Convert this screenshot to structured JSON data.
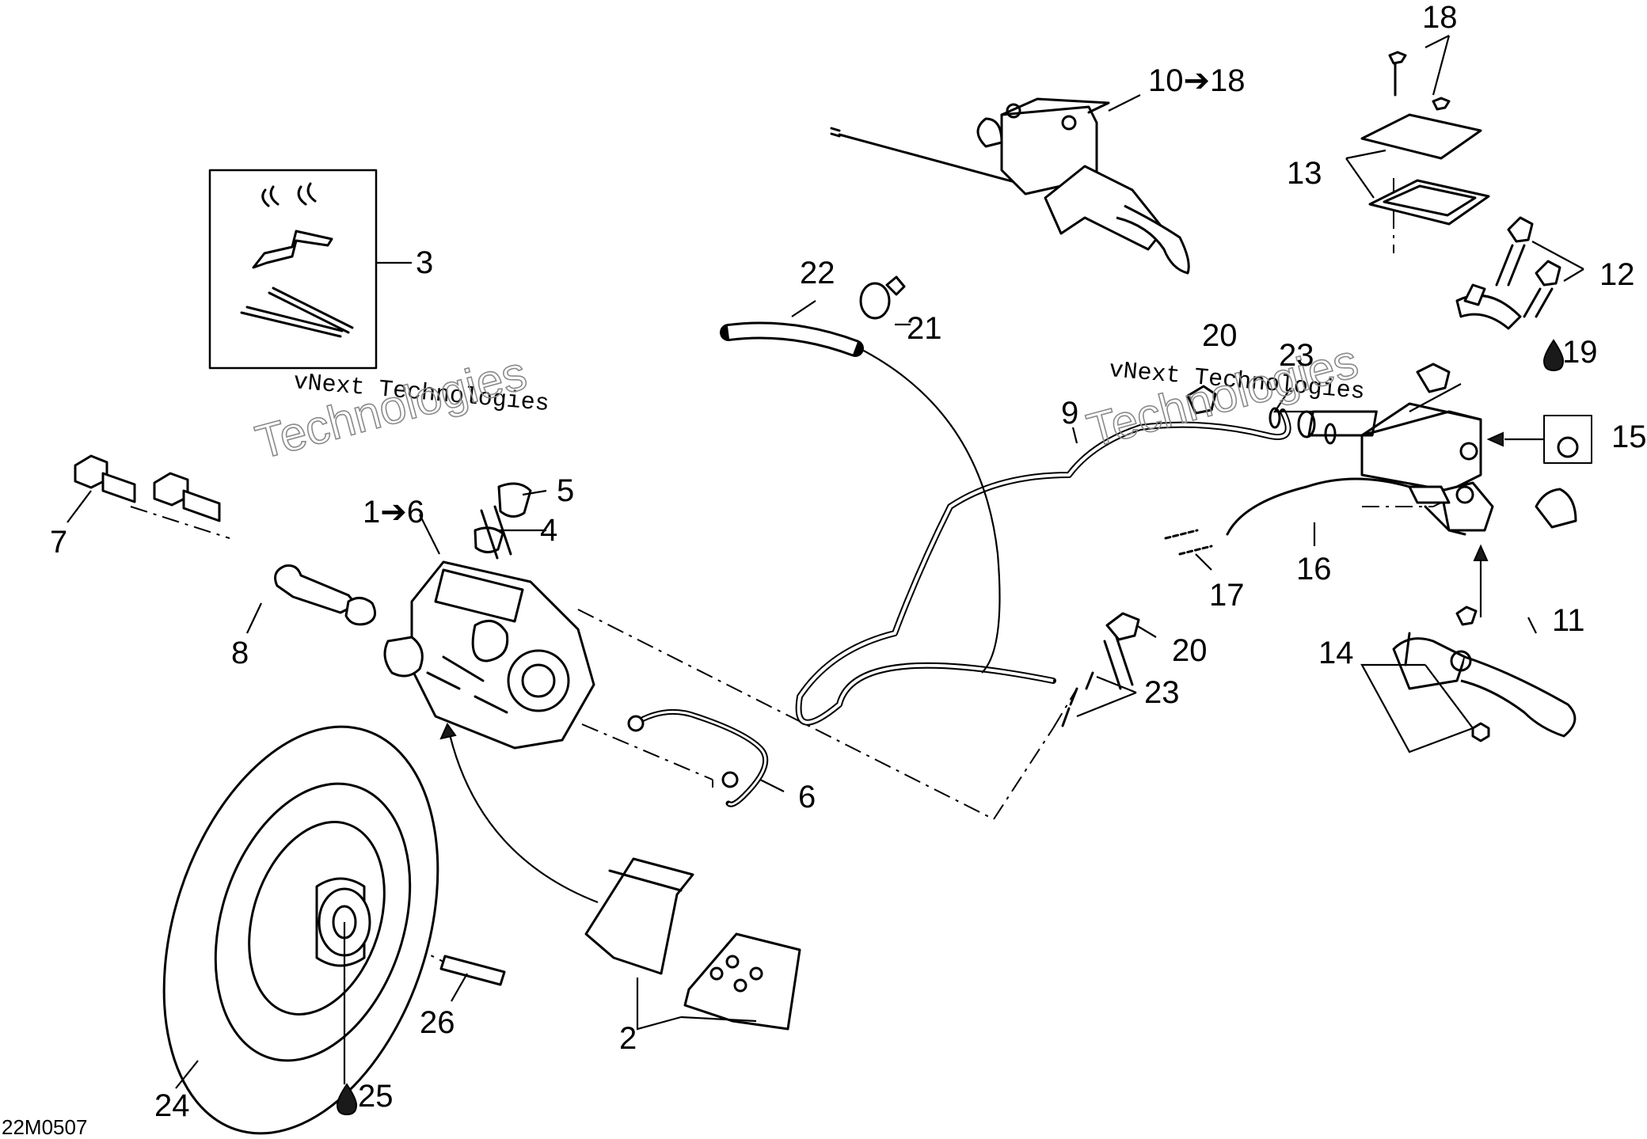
{
  "diagram": {
    "code": "22M0507",
    "watermark_text": "vNext Technologies",
    "callouts": {
      "c1_6": "1➔6",
      "c2": "2",
      "c3": "3",
      "c4": "4",
      "c5": "5",
      "c6": "6",
      "c7": "7",
      "c8": "8",
      "c9": "9",
      "c10_18": "10➔18",
      "c11": "11",
      "c12": "12",
      "c13": "13",
      "c14": "14",
      "c15": "15",
      "c16": "16",
      "c17": "17",
      "c18": "18",
      "c19": "19",
      "c20a": "20",
      "c20b": "20",
      "c21": "21",
      "c22": "22",
      "c23a": "23",
      "c23b": "23",
      "c24": "24",
      "c25": "25",
      "c26": "26"
    }
  }
}
